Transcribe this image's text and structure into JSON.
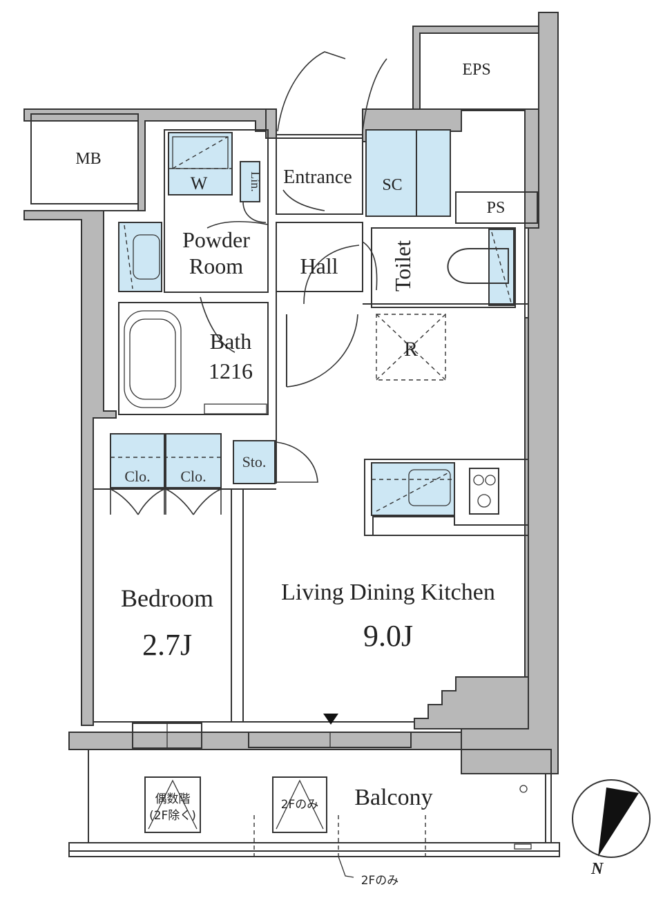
{
  "rooms": {
    "eps": "EPS",
    "mb": "MB",
    "entrance": "Entrance",
    "sc": "SC",
    "ps": "PS",
    "washer": "W",
    "linen": "Lin.",
    "powder_room_line1": "Powder",
    "powder_room_line2": "Room",
    "hall": "Hall",
    "toilet": "Toilet",
    "bath_line1": "Bath",
    "bath_line2": "1216",
    "refrigerator": "R",
    "closet_1": "Clo.",
    "closet_2": "Clo.",
    "storage": "Sto.",
    "bedroom": "Bedroom",
    "bedroom_size": "2.7J",
    "ldk": "Living Dining Kitchen",
    "ldk_size": "9.0J",
    "balcony": "Balcony"
  },
  "notes": {
    "hatch_left_line1": "偶数階",
    "hatch_left_line2": "(2F除く)",
    "hatch_mid": "2Fのみ",
    "bottom_note": "2Fのみ"
  },
  "compass": {
    "north": "N"
  },
  "colors": {
    "wall": "#b8b8b8",
    "fixture": "#cde7f4",
    "line": "#333333"
  }
}
